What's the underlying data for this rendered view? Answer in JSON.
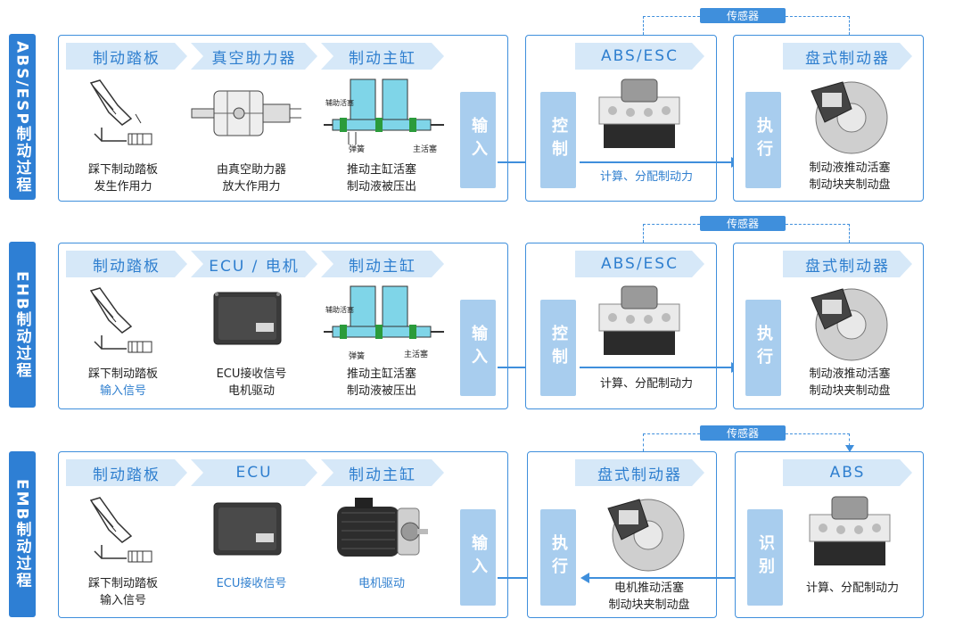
{
  "rows": [
    {
      "side_label": "ABS/ESP制动过程",
      "stages": [
        "制动踏板",
        "真空助力器",
        "制动主缸"
      ],
      "captions": [
        [
          "踩下制动踏板",
          "发生作用力"
        ],
        [
          "由真空助力器",
          "放大作用力"
        ],
        [
          "推动主缸活塞",
          "制动液被压出"
        ]
      ],
      "cylinder_labels": [
        "辅助活塞",
        "弹簧",
        "主活塞"
      ],
      "input_label": "输入",
      "mid_title": "ABS/ESC",
      "mid_label": "控制",
      "mid_caption": [
        "计算、分配制动力"
      ],
      "right_title": "盘式制动器",
      "right_label": "执行",
      "right_caption": [
        "制动液推动活塞",
        "制动块夹制动盘"
      ],
      "sensor": "传感器"
    },
    {
      "side_label": "EHB制动过程",
      "stages": [
        "制动踏板",
        "ECU / 电机",
        "制动主缸"
      ],
      "captions": [
        [
          "踩下制动踏板",
          "输入信号"
        ],
        [
          "ECU接收信号",
          "电机驱动"
        ],
        [
          "推动主缸活塞",
          "制动液被压出"
        ]
      ],
      "cylinder_labels": [
        "辅助活塞",
        "弹簧",
        "主活塞"
      ],
      "input_label": "输入",
      "mid_title": "ABS/ESC",
      "mid_label": "控制",
      "mid_caption": [
        "计算、分配制动力"
      ],
      "right_title": "盘式制动器",
      "right_label": "执行",
      "right_caption": [
        "制动液推动活塞",
        "制动块夹制动盘"
      ],
      "sensor": "传感器"
    },
    {
      "side_label": "EMB制动过程",
      "stages": [
        "制动踏板",
        "ECU",
        "制动主缸"
      ],
      "captions": [
        [
          "踩下制动踏板",
          "输入信号"
        ],
        [
          "ECU接收信号"
        ],
        [
          "电机驱动"
        ]
      ],
      "input_label": "输入",
      "mid_title": "盘式制动器",
      "mid_label": "执行",
      "mid_caption": [
        "电机推动活塞",
        "制动块夹制动盘"
      ],
      "right_title": "ABS",
      "right_label": "识别",
      "right_caption": [
        "计算、分配制动力"
      ],
      "sensor": "传感器"
    }
  ]
}
